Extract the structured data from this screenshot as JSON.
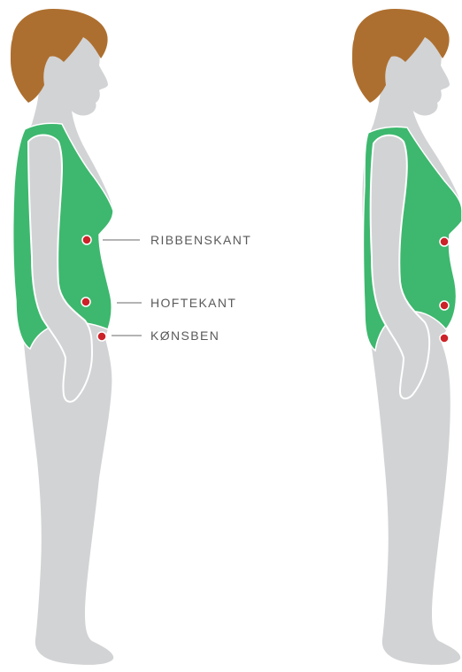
{
  "landmarks": [
    {
      "id": "ribbenskant",
      "label": "RIBBENSKANT"
    },
    {
      "id": "hoftekant",
      "label": "HOFTEKANT"
    },
    {
      "id": "konsben",
      "label": "KØNSBEN"
    }
  ],
  "colors": {
    "skin": "#d2d3d5",
    "hair": "#ad6f2f",
    "swimsuit": "#3db86e",
    "outline": "#ffffff",
    "marker": "#cc2229",
    "marker_ring": "#ffffff",
    "leader_line": "#6a6a6a",
    "label_text": "#5a5a5a"
  },
  "figures": [
    {
      "name": "figure-normal-posture",
      "posture": "normal"
    },
    {
      "name": "figure-hollow-back-posture",
      "posture": "hollow-back"
    }
  ]
}
